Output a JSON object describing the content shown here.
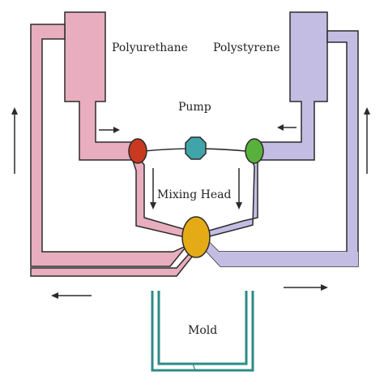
{
  "labels": {
    "polyurethane": "Polyurethane",
    "polystyrene": "Polystyrene",
    "pump": "Pump",
    "mixing_head": "Mixing Head",
    "mold": "Mold"
  },
  "colors": {
    "polyurethane_fill": "#e8aebf",
    "polystyrene_fill": "#c4bde3",
    "outline": "#2b2b2b",
    "left_valve": "#c8391f",
    "pump": "#3fa5a8",
    "right_valve": "#58b13c",
    "mixing_head": "#e5ab17",
    "mold": "#2d8b85"
  },
  "icons": {
    "arrows": "arrow-icon",
    "valves": "valve-icon",
    "pump": "pump-icon"
  }
}
